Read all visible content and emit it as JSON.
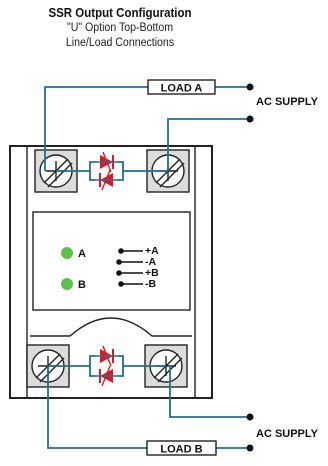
{
  "header": {
    "title": "SSR Output Configuration",
    "subtitle_line1": "\"U\" Option Top-Bottom",
    "subtitle_line2": "Line/Load Connections"
  },
  "loads": {
    "top": "LOAD A",
    "bottom": "LOAD B"
  },
  "supplies": {
    "top": "AC SUPPLY",
    "bottom": "AC SUPPLY"
  },
  "indicators": [
    {
      "label": "A",
      "color": "#5cc04a"
    },
    {
      "label": "B",
      "color": "#5cc04a"
    }
  ],
  "pins": [
    "+A",
    "-A",
    "+B",
    "-B"
  ],
  "colors": {
    "wire": "#1f6f96",
    "scr": "#e3161f",
    "body_outline": "#222222",
    "terminal_fill": "#dcdcdc"
  }
}
